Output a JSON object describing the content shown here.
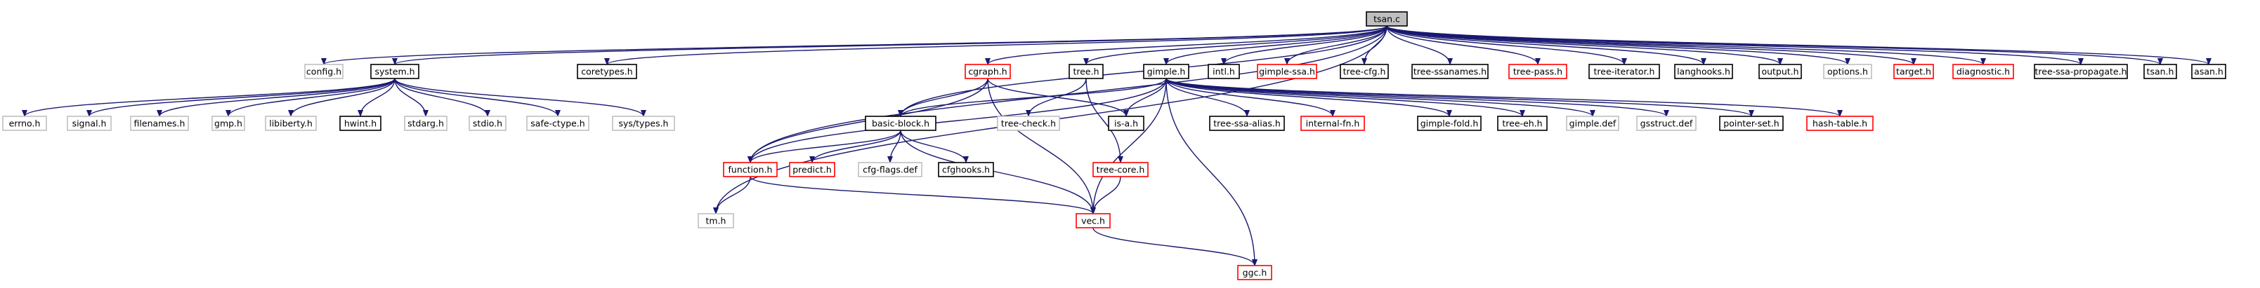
{
  "graph": {
    "nodes": [
      {
        "id": "tsan_c",
        "label": "tsan.c",
        "style": "root"
      },
      {
        "id": "config_h",
        "label": "config.h",
        "style": "gray"
      },
      {
        "id": "system_h",
        "label": "system.h",
        "style": "black"
      },
      {
        "id": "coretypes_h",
        "label": "coretypes.h",
        "style": "black"
      },
      {
        "id": "cgraph_h",
        "label": "cgraph.h",
        "style": "red"
      },
      {
        "id": "tree_h",
        "label": "tree.h",
        "style": "black"
      },
      {
        "id": "gimple_h",
        "label": "gimple.h",
        "style": "black"
      },
      {
        "id": "intl_h",
        "label": "intl.h",
        "style": "black"
      },
      {
        "id": "gimple_ssa_h",
        "label": "gimple-ssa.h",
        "style": "red"
      },
      {
        "id": "tree_cfg_h",
        "label": "tree-cfg.h",
        "style": "black"
      },
      {
        "id": "tree_ssanames_h",
        "label": "tree-ssanames.h",
        "style": "black"
      },
      {
        "id": "tree_pass_h",
        "label": "tree-pass.h",
        "style": "red"
      },
      {
        "id": "tree_iterator_h",
        "label": "tree-iterator.h",
        "style": "black"
      },
      {
        "id": "langhooks_h",
        "label": "langhooks.h",
        "style": "black"
      },
      {
        "id": "output_h",
        "label": "output.h",
        "style": "black"
      },
      {
        "id": "options_h",
        "label": "options.h",
        "style": "gray"
      },
      {
        "id": "target_h",
        "label": "target.h",
        "style": "red"
      },
      {
        "id": "diagnostic_h",
        "label": "diagnostic.h",
        "style": "red"
      },
      {
        "id": "tree_ssa_propagate_h",
        "label": "tree-ssa-propagate.h",
        "style": "black"
      },
      {
        "id": "tsan_h",
        "label": "tsan.h",
        "style": "black"
      },
      {
        "id": "asan_h",
        "label": "asan.h",
        "style": "black"
      },
      {
        "id": "errno_h",
        "label": "errno.h",
        "style": "gray"
      },
      {
        "id": "signal_h",
        "label": "signal.h",
        "style": "gray"
      },
      {
        "id": "filenames_h",
        "label": "filenames.h",
        "style": "gray"
      },
      {
        "id": "gmp_h",
        "label": "gmp.h",
        "style": "gray"
      },
      {
        "id": "libiberty_h",
        "label": "libiberty.h",
        "style": "gray"
      },
      {
        "id": "hwint_h",
        "label": "hwint.h",
        "style": "black"
      },
      {
        "id": "stdarg_h",
        "label": "stdarg.h",
        "style": "gray"
      },
      {
        "id": "stdio_h",
        "label": "stdio.h",
        "style": "gray"
      },
      {
        "id": "safe_ctype_h",
        "label": "safe-ctype.h",
        "style": "gray"
      },
      {
        "id": "sys_types_h",
        "label": "sys/types.h",
        "style": "gray"
      },
      {
        "id": "basic_block_h",
        "label": "basic-block.h",
        "style": "black"
      },
      {
        "id": "tree_check_h",
        "label": "tree-check.h",
        "style": "gray"
      },
      {
        "id": "is_a_h",
        "label": "is-a.h",
        "style": "black"
      },
      {
        "id": "tree_ssa_alias_h",
        "label": "tree-ssa-alias.h",
        "style": "black"
      },
      {
        "id": "internal_fn_h",
        "label": "internal-fn.h",
        "style": "red"
      },
      {
        "id": "gimple_fold_h",
        "label": "gimple-fold.h",
        "style": "black"
      },
      {
        "id": "tree_eh_h",
        "label": "tree-eh.h",
        "style": "black"
      },
      {
        "id": "gimple_def",
        "label": "gimple.def",
        "style": "gray"
      },
      {
        "id": "gsstruct_def",
        "label": "gsstruct.def",
        "style": "gray"
      },
      {
        "id": "pointer_set_h",
        "label": "pointer-set.h",
        "style": "black"
      },
      {
        "id": "hash_table_h",
        "label": "hash-table.h",
        "style": "red"
      },
      {
        "id": "function_h",
        "label": "function.h",
        "style": "red"
      },
      {
        "id": "predict_h",
        "label": "predict.h",
        "style": "red"
      },
      {
        "id": "cfg_flags_def",
        "label": "cfg-flags.def",
        "style": "gray"
      },
      {
        "id": "cfghooks_h",
        "label": "cfghooks.h",
        "style": "black"
      },
      {
        "id": "tree_core_h",
        "label": "tree-core.h",
        "style": "red"
      },
      {
        "id": "tm_h",
        "label": "tm.h",
        "style": "gray"
      },
      {
        "id": "vec_h",
        "label": "vec.h",
        "style": "red"
      },
      {
        "id": "ggc_h",
        "label": "ggc.h",
        "style": "red"
      }
    ],
    "edges": [
      [
        "tsan_c",
        "config_h"
      ],
      [
        "tsan_c",
        "system_h"
      ],
      [
        "tsan_c",
        "coretypes_h"
      ],
      [
        "tsan_c",
        "cgraph_h"
      ],
      [
        "tsan_c",
        "tree_h"
      ],
      [
        "tsan_c",
        "gimple_h"
      ],
      [
        "tsan_c",
        "intl_h"
      ],
      [
        "tsan_c",
        "gimple_ssa_h"
      ],
      [
        "tsan_c",
        "tree_cfg_h"
      ],
      [
        "tsan_c",
        "tree_ssanames_h"
      ],
      [
        "tsan_c",
        "tree_pass_h"
      ],
      [
        "tsan_c",
        "tree_iterator_h"
      ],
      [
        "tsan_c",
        "langhooks_h"
      ],
      [
        "tsan_c",
        "output_h"
      ],
      [
        "tsan_c",
        "options_h"
      ],
      [
        "tsan_c",
        "target_h"
      ],
      [
        "tsan_c",
        "diagnostic_h"
      ],
      [
        "tsan_c",
        "tree_ssa_propagate_h"
      ],
      [
        "tsan_c",
        "tsan_h"
      ],
      [
        "tsan_c",
        "asan_h"
      ],
      [
        "tsan_c",
        "basic_block_h"
      ],
      [
        "tsan_c",
        "function_h"
      ],
      [
        "tsan_c",
        "tm_h"
      ],
      [
        "system_h",
        "errno_h"
      ],
      [
        "system_h",
        "signal_h"
      ],
      [
        "system_h",
        "filenames_h"
      ],
      [
        "system_h",
        "gmp_h"
      ],
      [
        "system_h",
        "libiberty_h"
      ],
      [
        "system_h",
        "hwint_h"
      ],
      [
        "system_h",
        "stdarg_h"
      ],
      [
        "system_h",
        "stdio_h"
      ],
      [
        "system_h",
        "safe_ctype_h"
      ],
      [
        "system_h",
        "sys_types_h"
      ],
      [
        "cgraph_h",
        "basic_block_h"
      ],
      [
        "cgraph_h",
        "function_h"
      ],
      [
        "cgraph_h",
        "is_a_h"
      ],
      [
        "cgraph_h",
        "vec_h"
      ],
      [
        "tree_h",
        "tree_check_h"
      ],
      [
        "tree_h",
        "tree_core_h"
      ],
      [
        "gimple_h",
        "basic_block_h"
      ],
      [
        "gimple_h",
        "is_a_h"
      ],
      [
        "gimple_h",
        "tree_ssa_alias_h"
      ],
      [
        "gimple_h",
        "internal_fn_h"
      ],
      [
        "gimple_h",
        "gimple_fold_h"
      ],
      [
        "gimple_h",
        "tree_eh_h"
      ],
      [
        "gimple_h",
        "gimple_def"
      ],
      [
        "gimple_h",
        "gsstruct_def"
      ],
      [
        "gimple_h",
        "pointer_set_h"
      ],
      [
        "gimple_h",
        "hash_table_h"
      ],
      [
        "gimple_h",
        "vec_h"
      ],
      [
        "gimple_h",
        "ggc_h"
      ],
      [
        "gimple_h",
        "function_h"
      ],
      [
        "basic_block_h",
        "function_h"
      ],
      [
        "basic_block_h",
        "predict_h"
      ],
      [
        "basic_block_h",
        "cfg_flags_def"
      ],
      [
        "basic_block_h",
        "cfghooks_h"
      ],
      [
        "basic_block_h",
        "vec_h"
      ],
      [
        "function_h",
        "tm_h"
      ],
      [
        "function_h",
        "vec_h"
      ],
      [
        "tree_core_h",
        "vec_h"
      ],
      [
        "vec_h",
        "ggc_h"
      ]
    ],
    "colors": {
      "edge": "#191970",
      "root_fill": "#bfbfbf",
      "border_black": "#000000",
      "border_red": "#ff0000",
      "border_gray": "#bfbfbf",
      "label": "#000000"
    }
  }
}
